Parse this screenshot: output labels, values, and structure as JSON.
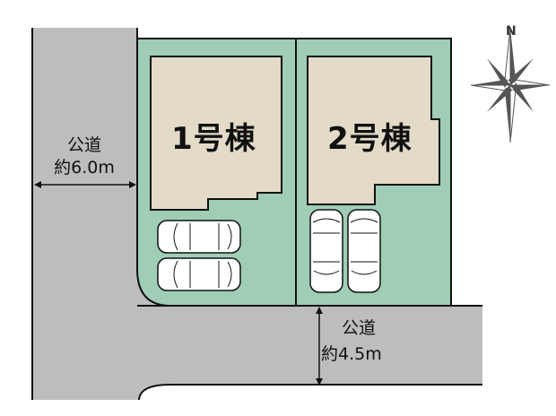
{
  "map": {
    "colors": {
      "road": "#bdbdbd",
      "lot": "#9fcdb6",
      "building": "#e3dac8",
      "outline": "#111111",
      "compass": "#555555"
    },
    "lots": [
      {
        "building_label": "1号棟",
        "parking_spaces": 2,
        "car_orientation": "horizontal"
      },
      {
        "building_label": "2号棟",
        "parking_spaces": 2,
        "car_orientation": "vertical"
      }
    ],
    "roads": [
      {
        "label": "公道",
        "width_label": "約6.0m",
        "position": "west"
      },
      {
        "label": "公道",
        "width_label": "約4.5m",
        "position": "south"
      }
    ],
    "compass": {
      "north_label": "N"
    }
  }
}
